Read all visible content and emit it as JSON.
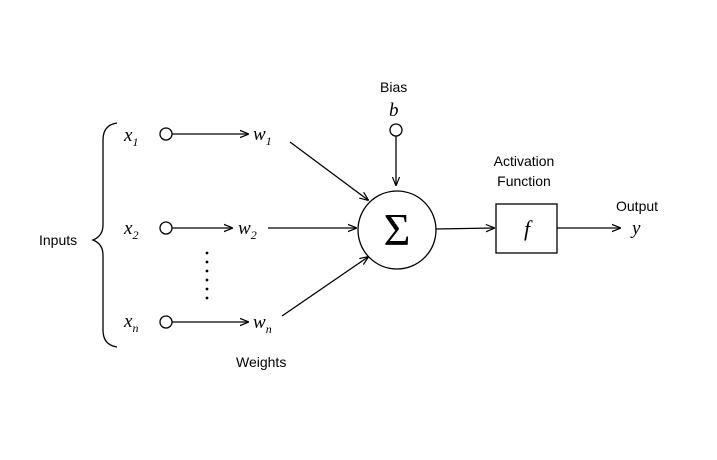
{
  "labels": {
    "inputs": "Inputs",
    "bias": "Bias",
    "weights": "Weights",
    "activation_line1": "Activation",
    "activation_line2": "Function",
    "output": "Output"
  },
  "symbols": {
    "bias": "b",
    "sum": "Σ",
    "activation": "f",
    "output": "y",
    "inputs": [
      {
        "var": "x",
        "sub": "1"
      },
      {
        "var": "x",
        "sub": "2"
      },
      {
        "var": "x",
        "sub": "n"
      }
    ],
    "weights": [
      {
        "var": "w",
        "sub": "1"
      },
      {
        "var": "w",
        "sub": "2"
      },
      {
        "var": "w",
        "sub": "n"
      }
    ]
  }
}
